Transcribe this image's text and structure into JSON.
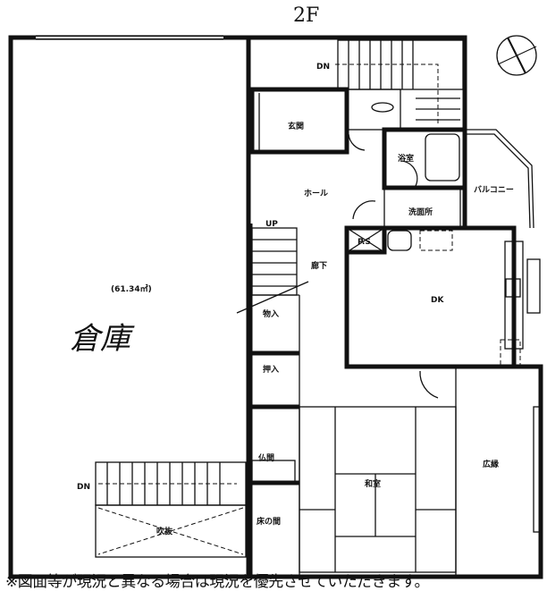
{
  "floor_label": "2F",
  "rooms": {
    "stair_top_dn": "DN",
    "entrance": "玄関",
    "bath": "浴室",
    "hall": "ホール",
    "balcony": "バルコニー",
    "washroom": "洗面所",
    "stair_up": "UP",
    "pipe_space": "P.S",
    "corridor": "廊下",
    "warehouse_area": "(61.34㎡)",
    "warehouse": "倉庫",
    "storage": "物入",
    "dk": "DK",
    "closet": "押入",
    "butsuma": "仏間",
    "washitsu": "和室",
    "hiroen": "広縁",
    "stair_bottom_dn": "DN",
    "void": "吹抜",
    "tokonoma": "床の間"
  },
  "footer_note": "※図面等が現況と異なる場合は現況を優先させていただきます。"
}
